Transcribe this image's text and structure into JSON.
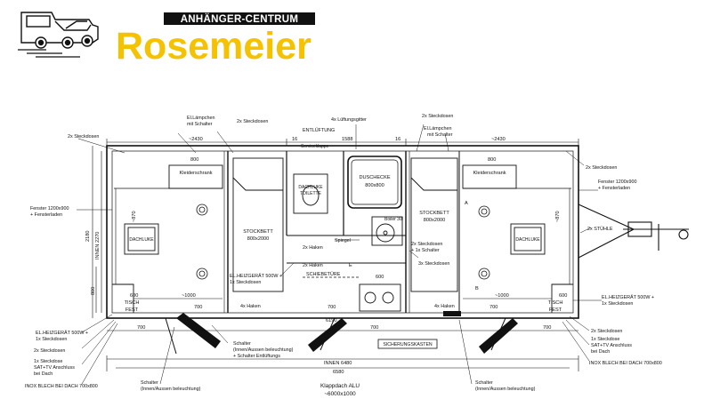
{
  "header": {
    "tagline": "ANHÄNGER-CENTRUM",
    "brand": "Rosemeier",
    "brand_color": "#f5c200",
    "logo_icon": "trailer-car-logo-icon"
  },
  "labels": {
    "el_lamp_left_1": "El.Lämpchen",
    "el_lamp_left_2": "mit Schalter",
    "steck2_top_a": "2x Steckdosen",
    "entlueftung": "ENTLÜFTUNG",
    "lueftungsgitter": "4x Lüftungsgitter",
    "steck2_top_b": "2x Steckdosen",
    "el_lamp_right_1": "El.Lämpchen",
    "el_lamp_right_2": "mit Schalter",
    "steck2_left": "2x Steckdosen",
    "servicekappe": "Serviceklappe",
    "steck2_right": "2x Steckdosen",
    "fenster_left_1": "Fenster 1200x900",
    "fenster_left_2": "+ Fensterladen",
    "fenster_right_1": "Fenster 1200x900",
    "fenster_right_2": "+ Fensterladen",
    "kleiderschrank_l": "Kleiderschrank",
    "kleiderschrank_r": "Kleiderschrank",
    "duschecke_1": "DUSCHECKE",
    "duschecke_2": "800x800",
    "dachluke_toilette_1": "DACHLUKE",
    "dachluke_toilette_2": "TOILETTE",
    "stockbett_l_1": "STOCKBETT",
    "stockbett_l_2": "800x2000",
    "stockbett_r_1": "STOCKBETT",
    "stockbett_r_2": "800x2000",
    "boiler": "Boiler 30l",
    "dachluke_l": "DACHLUKE",
    "dachluke_r": "DACHLUKE",
    "haken2_a": "2x Haken",
    "haken2_b": "2x Haken",
    "spiegel": "Spiegel",
    "steck2_mid": "2x Steckdosen",
    "schalter_mid": "+ 1x Schalter",
    "steck3": "3x Steckdosen",
    "schiebetuere": "SCHIEBETÜRE",
    "stuehle": "2x STÜHLE",
    "heiz_mid_1": "EL.HEIZGERÄT 500W +",
    "heiz_mid_2": "1x Steckdosen",
    "heiz_right_1": "EL.HEIZGERÄT 500W +",
    "heiz_right_2": "1x Steckdosen",
    "tisch_fest_l_1": "TISCH",
    "tisch_fest_l_2": "FEST",
    "tisch_fest_r_1": "TISCH",
    "tisch_fest_r_2": "FEST",
    "haken4_a": "4x Haken",
    "haken4_b": "4x Haken",
    "heiz_left_1": "EL.HEIZGERÄT 500W +",
    "heiz_left_2": "1x Steckdosen",
    "steck2_bl": "2x Steckdosen",
    "steck2_br": "2x Steckdosen",
    "schalter_1": "Schalter",
    "schalter_2": "(Innen/Aussen beleuchtung)",
    "schalter_3": "+ Schalter Entlüftungs",
    "sicherungskasten": "SICHERUNGSKASTEN",
    "steck1_l_1": "1x Steckdose",
    "steck1_l_2": "SAT+TV Anschluss",
    "steck1_l_3": "bei Dach",
    "steck1_r_1": "1x Steckdose",
    "steck1_r_2": "SAT+TV Anschluss",
    "steck1_r_3": "bei Dach",
    "inox_l": "INOX BLECH BEI DACH 700x800",
    "inox_r": "INOX BLECH BEI DACH 700x800",
    "schalter_bl_1": "Schalter",
    "schalter_bl_2": "(Innen/Aussen beleuchtung)",
    "schalter_br_1": "Schalter",
    "schalter_br_2": "(Innen/Aussen beleuchtung)",
    "klappdach_1": "Klappdach ALU",
    "klappdach_2": "~6000x1000"
  },
  "dimensions": {
    "d2430_l": "~2430",
    "d1588": "1588",
    "d16_a": "16",
    "d16_b": "16",
    "d2430_r": "~2430",
    "d800_a": "800",
    "d800_b": "800",
    "d2180": "2180",
    "d2270": "INNEN 2270",
    "d870_l": "~870",
    "d870_r": "~870",
    "d600_a": "600",
    "d600_b": "600",
    "d600_c": "600",
    "d1000_l": "~1000",
    "d1000_r": "~1000",
    "d800_v": "800",
    "d700_a": "700",
    "d700_b": "700",
    "d700_c": "700",
    "d700_d": "700",
    "d700_e": "700",
    "d700_f": "700",
    "d6190": "6190",
    "d6480": "INNEN 6480",
    "d6580": "6580",
    "mark_a": "A",
    "mark_b": "B",
    "mark_e": "E"
  }
}
